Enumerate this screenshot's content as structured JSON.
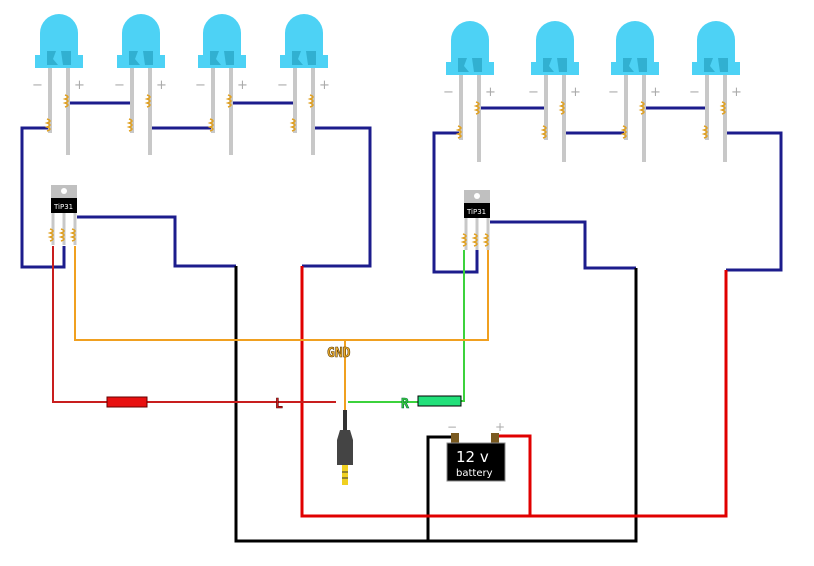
{
  "leds": {
    "count_left": 4,
    "count_right": 4,
    "color": "#4dd2f5",
    "minus_label": "−",
    "plus_label": "+"
  },
  "transistors": [
    {
      "label": "TiP31"
    },
    {
      "label": "TiP31"
    }
  ],
  "labels": {
    "gnd": "GND",
    "left": "L",
    "right": "R"
  },
  "battery": {
    "voltage": "12 v",
    "name": "battery",
    "minus": "−",
    "plus": "+"
  },
  "colors": {
    "led_wire": "#1c1c8c",
    "ground": "#000000",
    "positive": "#e00000",
    "left_channel": "#c81e1e",
    "right_channel": "#3cd23c",
    "gnd_channel": "#f0a020",
    "left_resistor": "#e81010",
    "right_resistor": "#22e07a"
  }
}
